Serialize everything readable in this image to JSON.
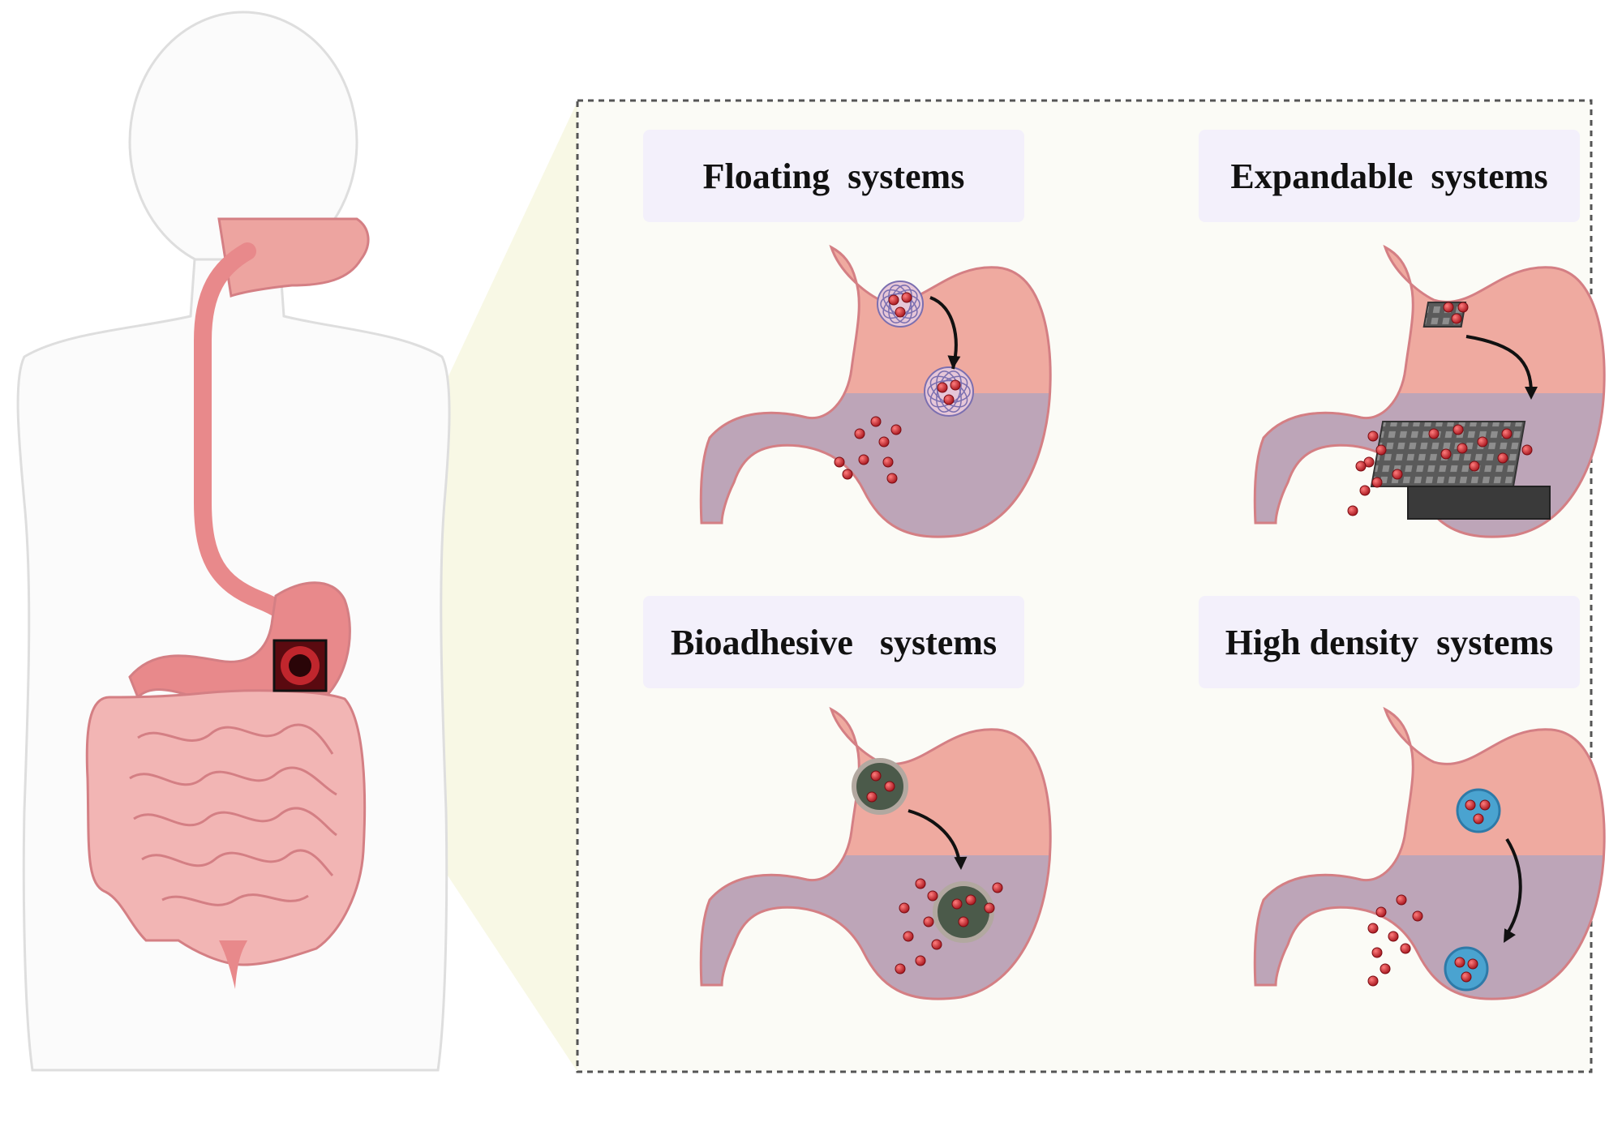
{
  "panels": {
    "floating": {
      "label": "Floating  systems"
    },
    "expandable": {
      "label": "Expandable  systems"
    },
    "bioadhesive": {
      "label": "Bioadhesive   systems"
    },
    "high_density": {
      "label": "High density  systems"
    }
  },
  "colors": {
    "stomach_upper": "#efaaa0",
    "stomach_lower": "#bda5b8",
    "stomach_outline": "#d47f84",
    "drug_particle": "#c0262d",
    "body_outline": "#dcdcdc",
    "gi_tract": "#e8898b",
    "callout_fill": "#f7f7e6",
    "panel_border": "#555555",
    "label_bg": "#f3f0fb",
    "expandable_matrix": "#4a4a4a",
    "bioadhesive_particle": "#4b5a4a",
    "high_density_particle": "#4aa3d0"
  }
}
